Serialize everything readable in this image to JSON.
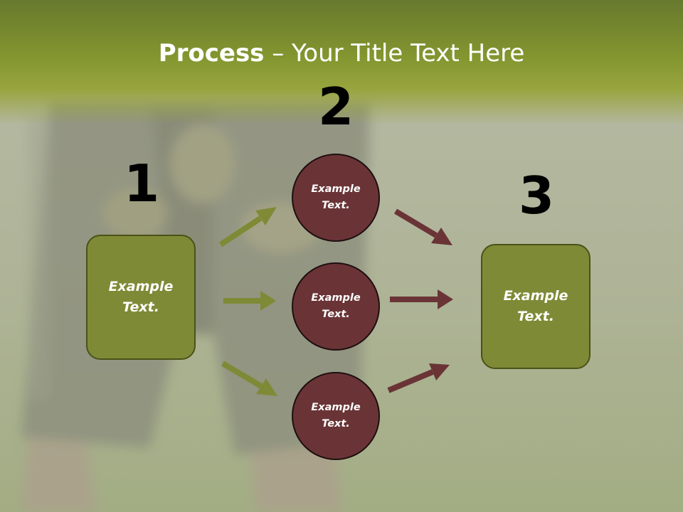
{
  "title": {
    "bold": "Process",
    "rest": " – Your Title Text Here"
  },
  "step_numbers": [
    "1",
    "2",
    "3"
  ],
  "start_box": {
    "label": "Example\nText."
  },
  "end_box": {
    "label": "Example\nText."
  },
  "middle_circles": [
    {
      "label": "Example\nText."
    },
    {
      "label": "Example\nText."
    },
    {
      "label": "Example\nText."
    }
  ],
  "colors": {
    "box_fill": "#7f8a36",
    "circle_fill": "#6a3436",
    "arrow_green": "#7f8a36",
    "arrow_maroon": "#6a3436",
    "title_text": "#ffffff"
  }
}
